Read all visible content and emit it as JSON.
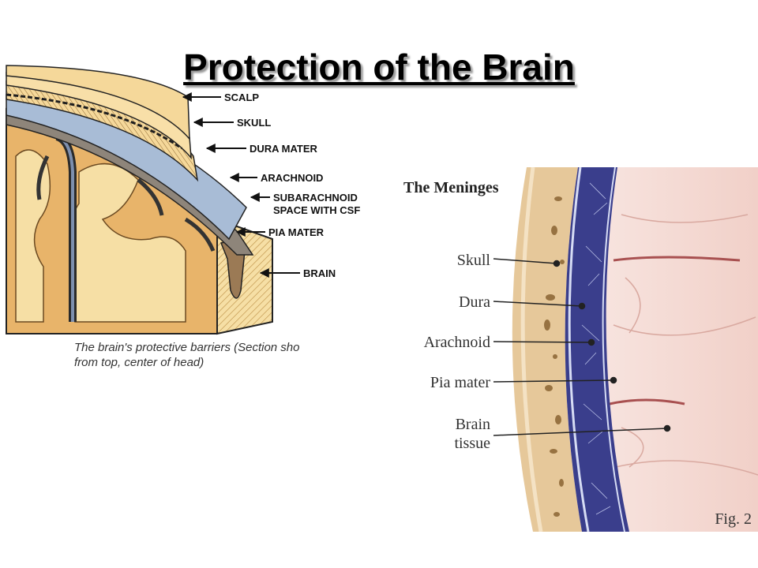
{
  "slide": {
    "title": "Protection of the Brain"
  },
  "left_diagram": {
    "labels": {
      "scalp": "SCALP",
      "skull": "SKULL",
      "dura": "DURA MATER",
      "arachnoid": "ARACHNOID",
      "subarachnoid_1": "SUBARACHNOID",
      "subarachnoid_2": "SPACE WITH CSF",
      "pia": "PIA MATER",
      "brain": "BRAIN"
    },
    "caption_line1": "The brain's protective barriers (Section sho",
    "caption_line2": "from top, center of head)",
    "colors": {
      "scalp": "#f5d89a",
      "skull": "#f8dfa8",
      "dura": "#a8bcd6",
      "arachnoid": "#8e857a",
      "pia": "#9b7a55",
      "gray_matter": "#e8b46a",
      "white_matter": "#f6dfa5"
    }
  },
  "right_diagram": {
    "title": "The Meninges",
    "labels": {
      "skull": "Skull",
      "dura": "Dura",
      "arachnoid": "Arachnoid",
      "pia": "Pia mater",
      "brain_1": "Brain",
      "brain_2": "tissue"
    },
    "fig_label": "Fig. 2",
    "colors": {
      "bone": "#e6c89a",
      "dura": "#3a3e8c",
      "brain": "#f3d6cf"
    }
  }
}
